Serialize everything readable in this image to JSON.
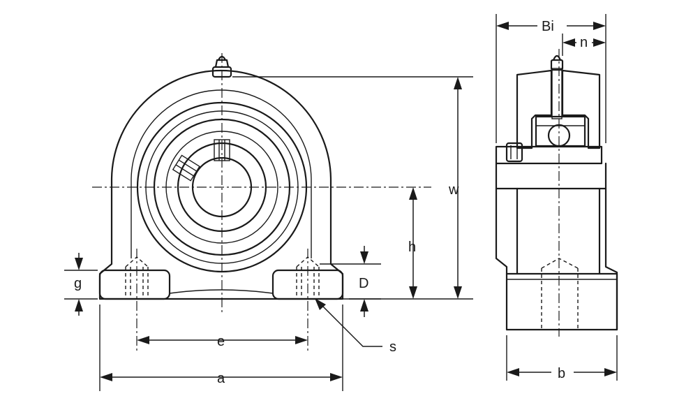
{
  "labels": {
    "w": "w",
    "h": "h",
    "g": "g",
    "D": "D",
    "e": "e",
    "a": "a",
    "s": "s",
    "Bi": "Bi",
    "n": "n",
    "b": "b"
  }
}
